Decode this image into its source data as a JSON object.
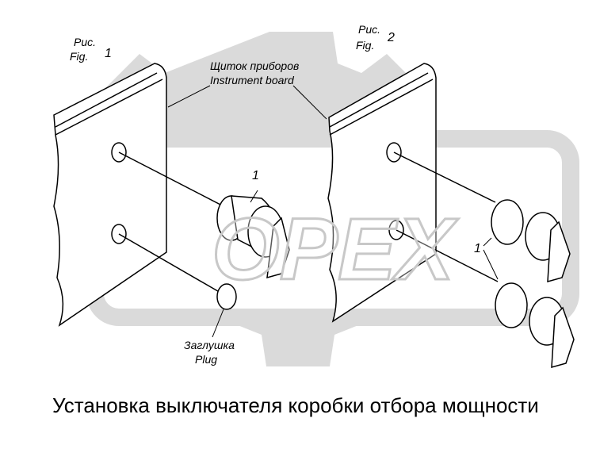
{
  "figure1": {
    "label_ru": "Рис.",
    "label_en": "Fig.",
    "number": "1"
  },
  "figure2": {
    "label_ru": "Рис.",
    "label_en": "Fig.",
    "number": "2"
  },
  "instrument_board": {
    "ru": "Щиток приборов",
    "en": "Instrument board"
  },
  "plug": {
    "ru": "Заглушка",
    "en": "Plug"
  },
  "callouts": {
    "fig1_switch": "1",
    "fig2_switch": "1"
  },
  "watermark": {
    "text": "OPEX",
    "color": "#d9d9d9"
  },
  "title": "Установка выключателя коробки отбора мощности"
}
